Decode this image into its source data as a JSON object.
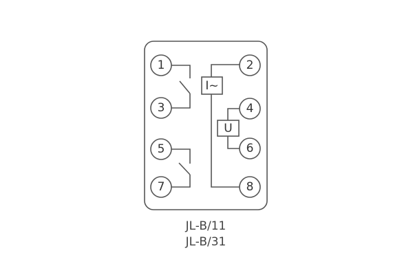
{
  "diagram": {
    "terminals": [
      "1",
      "2",
      "3",
      "4",
      "5",
      "6",
      "7",
      "8"
    ],
    "current_element_label": "I~",
    "voltage_element_label": "U",
    "models": [
      "JL-B/11",
      "JL-B/31"
    ],
    "line_color": "#555555"
  }
}
